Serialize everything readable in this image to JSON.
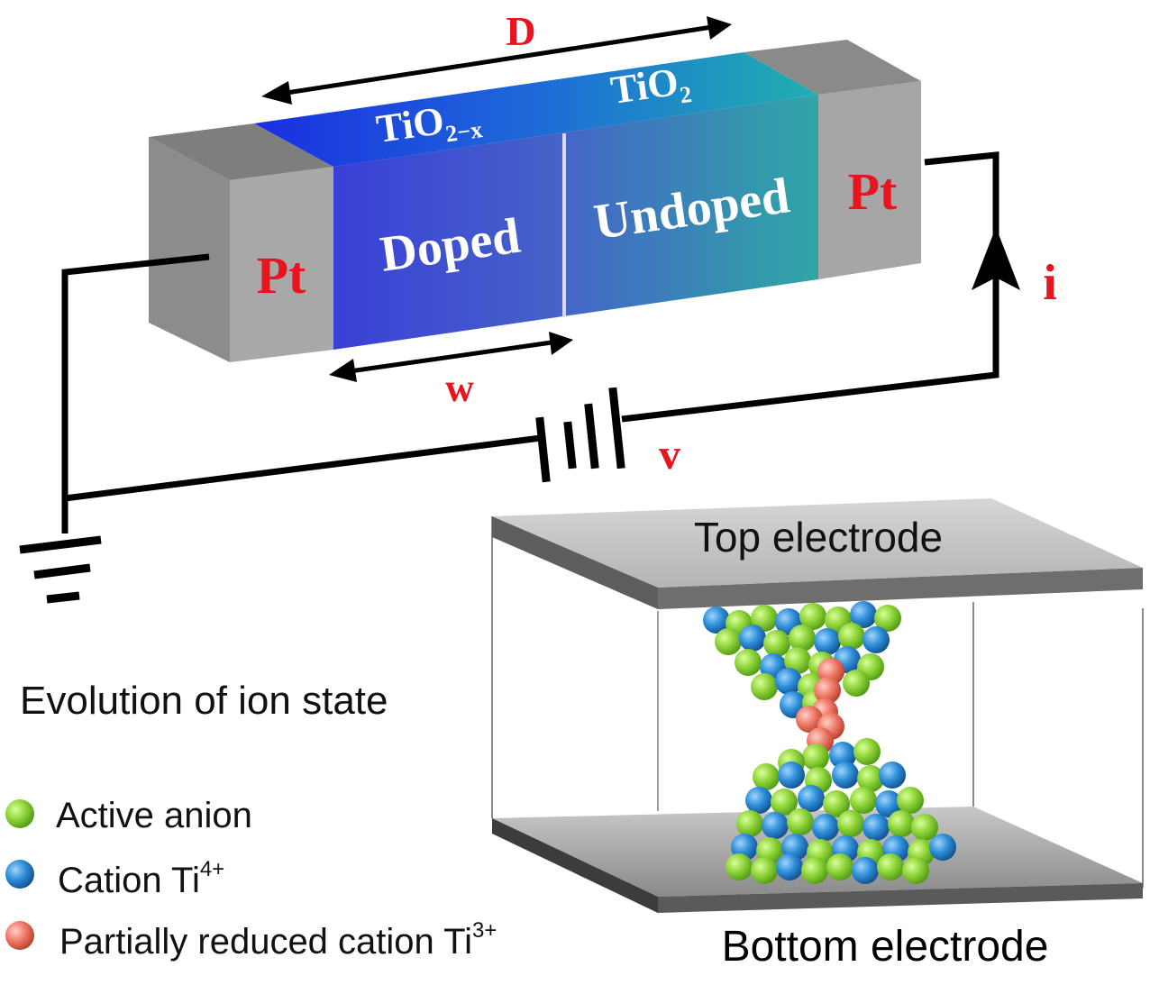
{
  "device": {
    "length_label": "D",
    "width_label": "w",
    "left_electrode": "Pt",
    "right_electrode": "Pt",
    "doped_region": "Doped",
    "undoped_region": "Undoped",
    "doped_material_base": "TiO",
    "doped_material_sub": "2−x",
    "undoped_material_base": "TiO",
    "undoped_material_sub": "2",
    "current_label": "i",
    "voltage_label": "v"
  },
  "filament": {
    "top_electrode": "Top electrode",
    "bottom_electrode": "Bottom electrode"
  },
  "legend": {
    "heading": "Evolution of ion state",
    "items": [
      {
        "label": "Active anion",
        "sup": "",
        "color": "#8fd43a"
      },
      {
        "label": "Cation Ti",
        "sup": "4+",
        "color": "#2f8fd8"
      },
      {
        "label": "Partially reduced cation Ti",
        "sup": "3+",
        "color": "#f07a6a"
      }
    ]
  },
  "colors": {
    "label_red": "#e8141e",
    "doped_blue": "#3a3fd8",
    "undoped_teal": "#2fa7a6",
    "electrode_gray": "#a8a8a8"
  }
}
